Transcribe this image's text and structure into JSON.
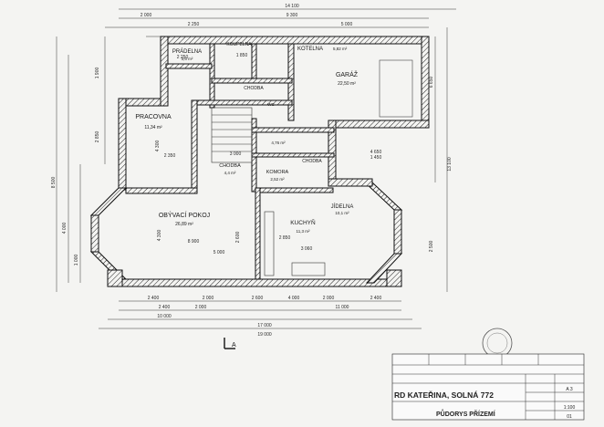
{
  "rooms": {
    "pradelna": "PRÁDELNA",
    "pradelna_area": "3,6 m²",
    "koupelna": "KOUPELNA",
    "kotelna": "KOTELNA",
    "kotelna_area": "5,82 m²",
    "garaz": "GARÁŽ",
    "garaz_area": "22,50 m²",
    "chodba1": "CHODBA",
    "pracovna": "PRACOVNA",
    "pracovna_area": "11,34 m²",
    "chodba2": "CHODBA",
    "chodba2_area": "4,4 m²",
    "chodba3": "CHODBA",
    "chodba3_area": "4,76 m²",
    "komora": "KOMORA",
    "komora_area": "2,52 m²",
    "jidelna": "JÍDELNA",
    "jidelna_area": "10,1 m²",
    "obyvaci": "OBÝVACÍ POKOJ",
    "obyvaci_area": "26,89 m²",
    "kuchyn": "KUCHYŇ",
    "kuchyn_area": "11,3 m²",
    "wc": "WC"
  },
  "dims": {
    "top_total": "14 100",
    "top_a": "2 000",
    "top_b": "9 300",
    "top_c": "2 250",
    "top_d": "5 000",
    "top_e": "1 850",
    "top_f": "2 250",
    "left_a": "1 900",
    "left_b": "2 850",
    "left_c": "8 500",
    "left_d": "4 000",
    "left_e": "1 000",
    "right_a": "13 100",
    "right_b": "6 650",
    "right_c": "4 650",
    "right_d": "2 500",
    "inner_a": "3 000",
    "inner_b": "4 300",
    "inner_c": "2 350",
    "inner_d": "2 600",
    "inner_e": "3 060",
    "inner_f": "4 300",
    "inner_g": "2 850",
    "inner_h": "5 000",
    "inner_i": "8 900",
    "inner_j": "1 450",
    "bot_a": "2 400",
    "bot_b": "2 000",
    "bot_c": "2 600",
    "bot_d": "4 000",
    "bot_e": "2 000",
    "bot_f": "2 400",
    "bot_g": "2 400",
    "bot_h": "2 000",
    "bot_i": "17 000",
    "bot_j": "19 000",
    "bot_k": "10 000",
    "bot_l": "11 000"
  },
  "section_mark": "A",
  "title_block": {
    "project_name": "RD KATEŘINA, SOLNÁ 772",
    "drawing_name": "PŮDORYS PŘÍZEMÍ",
    "scale": "1:100",
    "format": "A 3",
    "sheet_no": "01"
  },
  "colors": {
    "line": "#111111",
    "paper": "#f4f4f2"
  }
}
